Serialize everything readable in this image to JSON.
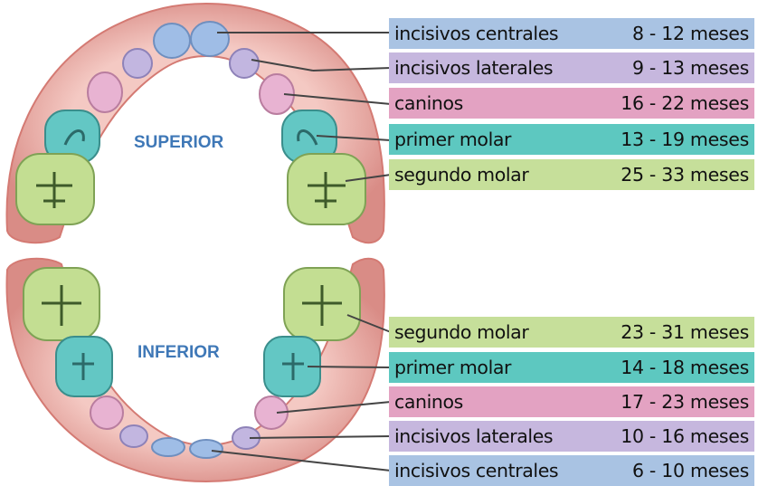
{
  "upper": {
    "label": "SUPERIOR",
    "rows": [
      {
        "name": "incisivos centrales",
        "age": "8 - 12 meses",
        "color": "#a9c3e3"
      },
      {
        "name": "incisivos laterales",
        "age": "9 - 13 meses",
        "color": "#c6b7de"
      },
      {
        "name": "caninos",
        "age": "16 - 22 meses",
        "color": "#e3a2c2"
      },
      {
        "name": "primer molar",
        "age": "13 - 19 meses",
        "color": "#5dc8c0"
      },
      {
        "name": "segundo molar",
        "age": "25 - 33 meses",
        "color": "#c6df9a"
      }
    ]
  },
  "lower": {
    "label": "INFERIOR",
    "rows": [
      {
        "name": "segundo molar",
        "age": "23 - 31 meses",
        "color": "#c6df9a"
      },
      {
        "name": "primer molar",
        "age": "14 - 18 meses",
        "color": "#5dc8c0"
      },
      {
        "name": "caninos",
        "age": "17 - 23 meses",
        "color": "#e3a2c2"
      },
      {
        "name": "incisivos laterales",
        "age": "10 - 16 meses",
        "color": "#c6b7de"
      },
      {
        "name": "incisivos centrales",
        "age": "6 - 10 meses",
        "color": "#a9c3e3"
      }
    ]
  },
  "colors": {
    "gum": "#e9b7b1",
    "gum_edge": "#d47a73",
    "incisivo_central": "#9fbde6",
    "incisivo_lateral": "#c2b6e0",
    "canino": "#e8b3d2",
    "primer_molar": "#63c7c4",
    "segundo_molar": "#c3de92",
    "label": "#3f78b7",
    "leader": "#444444"
  }
}
